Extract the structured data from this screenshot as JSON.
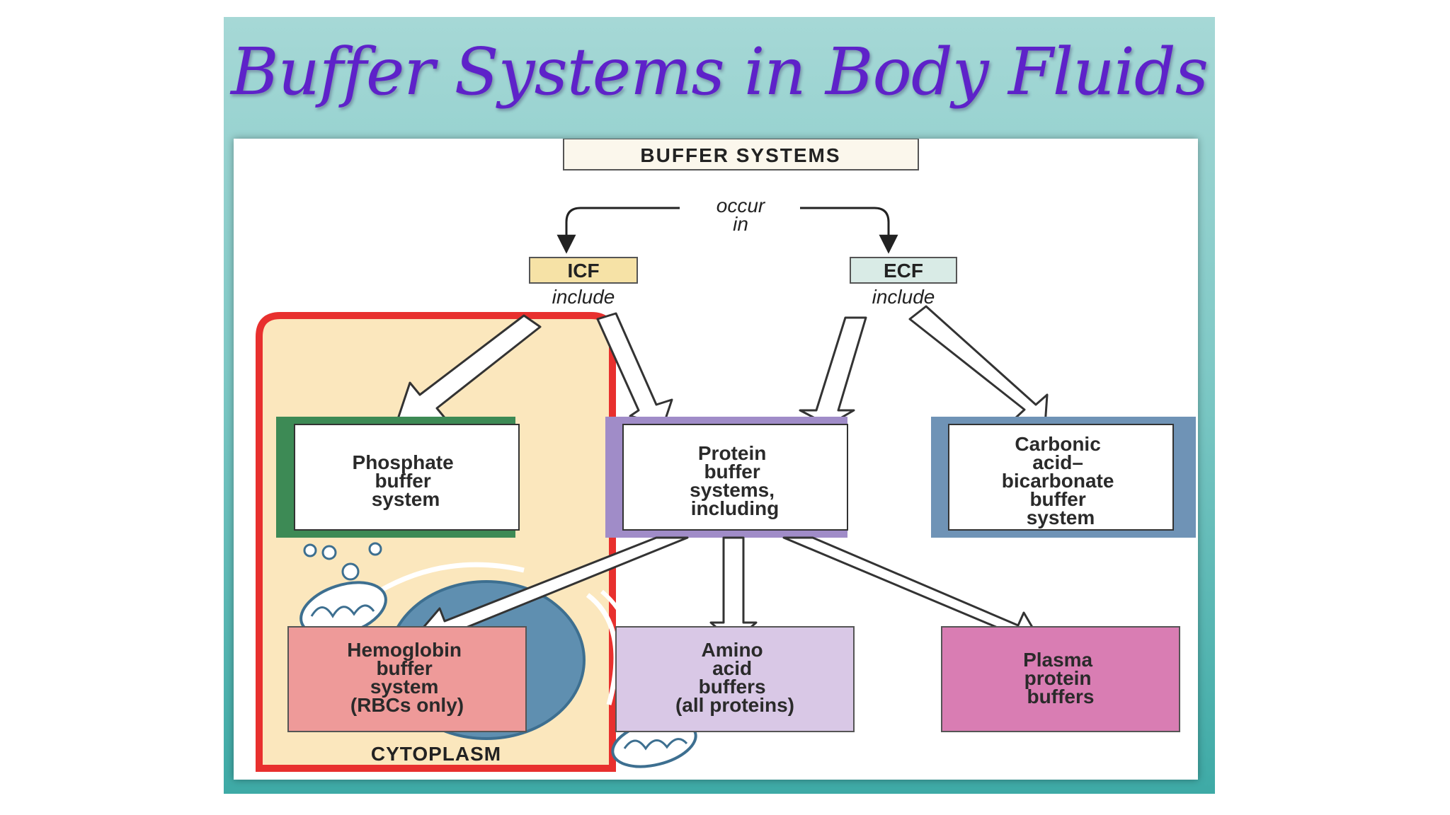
{
  "slide": {
    "title": "Buffer Systems in Body Fluids"
  },
  "diagram": {
    "root": "BUFFER SYSTEMS",
    "occur_in": [
      "occur",
      "in"
    ],
    "icf": {
      "label": "ICF",
      "connector": "include"
    },
    "ecf": {
      "label": "ECF",
      "connector": "include"
    },
    "nodes": {
      "phosphate": [
        "Phosphate",
        "buffer",
        "system"
      ],
      "protein": [
        "Protein",
        "buffer",
        "systems,",
        "including"
      ],
      "carbonic": [
        "Carbonic",
        "acid–",
        "bicarbonate",
        "buffer",
        "system"
      ],
      "hemoglobin": [
        "Hemoglobin",
        "buffer",
        "system",
        "(RBCs only)"
      ],
      "amino": [
        "Amino",
        "acid",
        "buffers",
        "(all proteins)"
      ],
      "plasma": [
        "Plasma",
        "protein",
        "buffers"
      ]
    },
    "cytoplasm_label": "CYTOPLASM",
    "colors": {
      "icf_fill": "#f6e2a6",
      "ecf_fill": "#d9ebe6",
      "cell_border": "#e8302e",
      "cytoplasm_fill": "#fbe7bd",
      "phosphate_border": "#3d8a55",
      "protein_border": "#a08cc8",
      "carbonic_border": "#6f93b6",
      "hemoglobin_fill": "#ee9a99",
      "amino_fill": "#d9c8e6",
      "plasma_fill": "#d97db3",
      "nucleus": "#5f8fb0"
    }
  }
}
